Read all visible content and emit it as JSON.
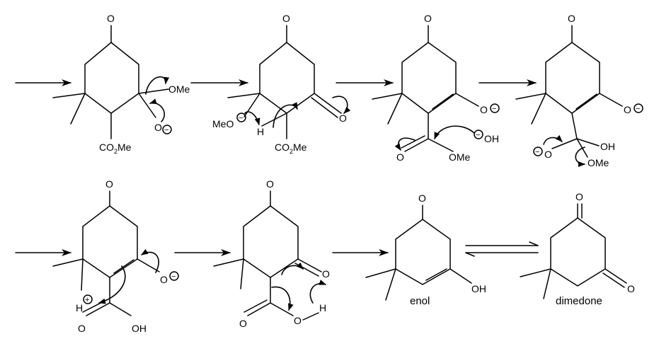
{
  "labels": {
    "o": "O",
    "ome": "OMe",
    "meo": "MeO",
    "h": "H",
    "oh": "OH",
    "co2me_main": "CO",
    "co2me_sub": "2",
    "co2me_tail": "Me",
    "minus": "−",
    "plus": "+"
  },
  "captions": {
    "enol": "enol",
    "dimedone": "dimedone"
  }
}
